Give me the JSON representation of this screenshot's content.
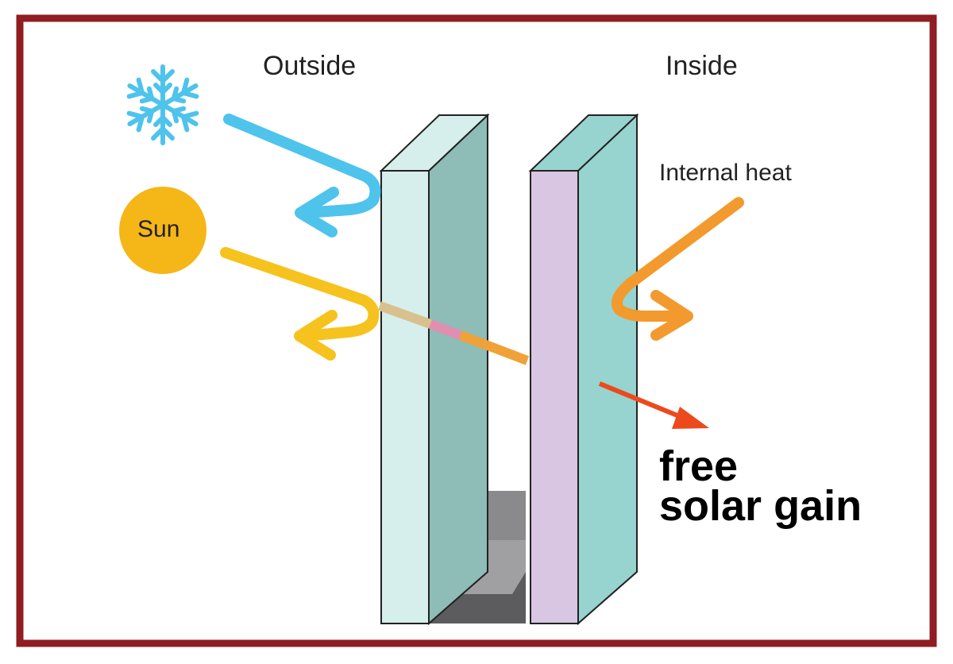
{
  "labels": {
    "outside": "Outside",
    "inside": "Inside",
    "internal_heat": "Internal heat",
    "sun": "Sun",
    "free_line1": "free",
    "free_line2": "solar gain"
  },
  "icons": {
    "cold": "snowflake-icon",
    "sun": "sun-icon"
  },
  "colors": {
    "border": "#8f1d21",
    "cold_arrow": "#4ec3ec",
    "sun_arrow": "#f6c21e",
    "heat_arrow": "#f29a2e",
    "gain_arrow": "#ec4a1c",
    "sun_disc": "#f5b617",
    "outer_pane": "#d6eeec",
    "outer_pane_side": "#8ebcb6",
    "inner_pane_front": "#d9c6e2",
    "inner_pane_side": "#97d3cf",
    "spacer_top": "#8a8a8c",
    "spacer_front": "#a0a0a3",
    "spacer_dark": "#5c5c5f"
  }
}
